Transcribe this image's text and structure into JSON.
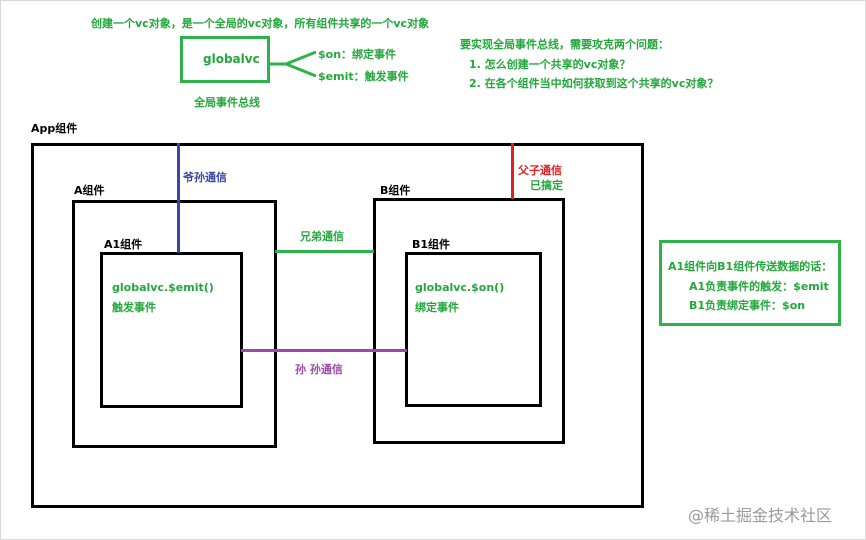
{
  "top": {
    "caption": "创建一个vc对象，是一个全局的vc对象，所有组件共享的一个vc对象",
    "globalvc_label": "globalvc",
    "on_label": "$on：绑定事件",
    "emit_label": "$emit：触发事件",
    "bus_label": "全局事件总线"
  },
  "problems": {
    "heading": "要实现全局事件总线，需要攻克两个问题：",
    "items": [
      "1. 怎么创建一个共享的vc对象？",
      "2. 在各个组件当中如何获取到这个共享的vc对象？"
    ]
  },
  "components": {
    "app": "App组件",
    "a": "A组件",
    "a1": "A1组件",
    "b": "B组件",
    "b1": "B1组件",
    "a1_code": "globalvc.$emit()",
    "a1_desc": "触发事件",
    "b1_code": "globalvc.$on()",
    "b1_desc": "绑定事件"
  },
  "links": {
    "grandparent": "爷孙通信",
    "parent_child": "父子通信",
    "solved": "已搞定",
    "sibling": "兄弟通信",
    "grandchild": "孙 孙通信"
  },
  "note": {
    "line1": "A1组件向B1组件传送数据的话：",
    "line2": "A1负责事件的触发：$emit",
    "line3": "B1负责绑定事件：$on"
  },
  "watermark": "@稀土掘金技术社区",
  "colors": {
    "green": "#22a83a",
    "blue": "#3946a6",
    "red": "#e02020",
    "purple": "#9b4aa6",
    "black": "#000000"
  }
}
